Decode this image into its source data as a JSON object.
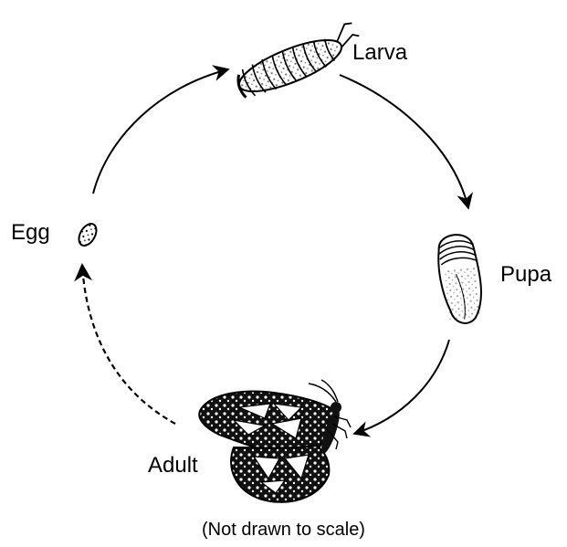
{
  "diagram": {
    "stages": {
      "larva": "Larva",
      "egg": "Egg",
      "pupa": "Pupa",
      "adult": "Adult"
    },
    "note": "(Not drawn to scale)",
    "arrows": [
      {
        "from": "Egg",
        "to": "Larva",
        "style": "solid"
      },
      {
        "from": "Larva",
        "to": "Pupa",
        "style": "solid"
      },
      {
        "from": "Pupa",
        "to": "Adult",
        "style": "solid"
      },
      {
        "from": "Adult",
        "to": "Egg",
        "style": "dashed"
      }
    ],
    "icons": [
      "larva-icon",
      "egg-icon",
      "pupa-icon",
      "butterfly-icon"
    ],
    "colors": {
      "ink": "#000000",
      "background": "#ffffff"
    }
  }
}
